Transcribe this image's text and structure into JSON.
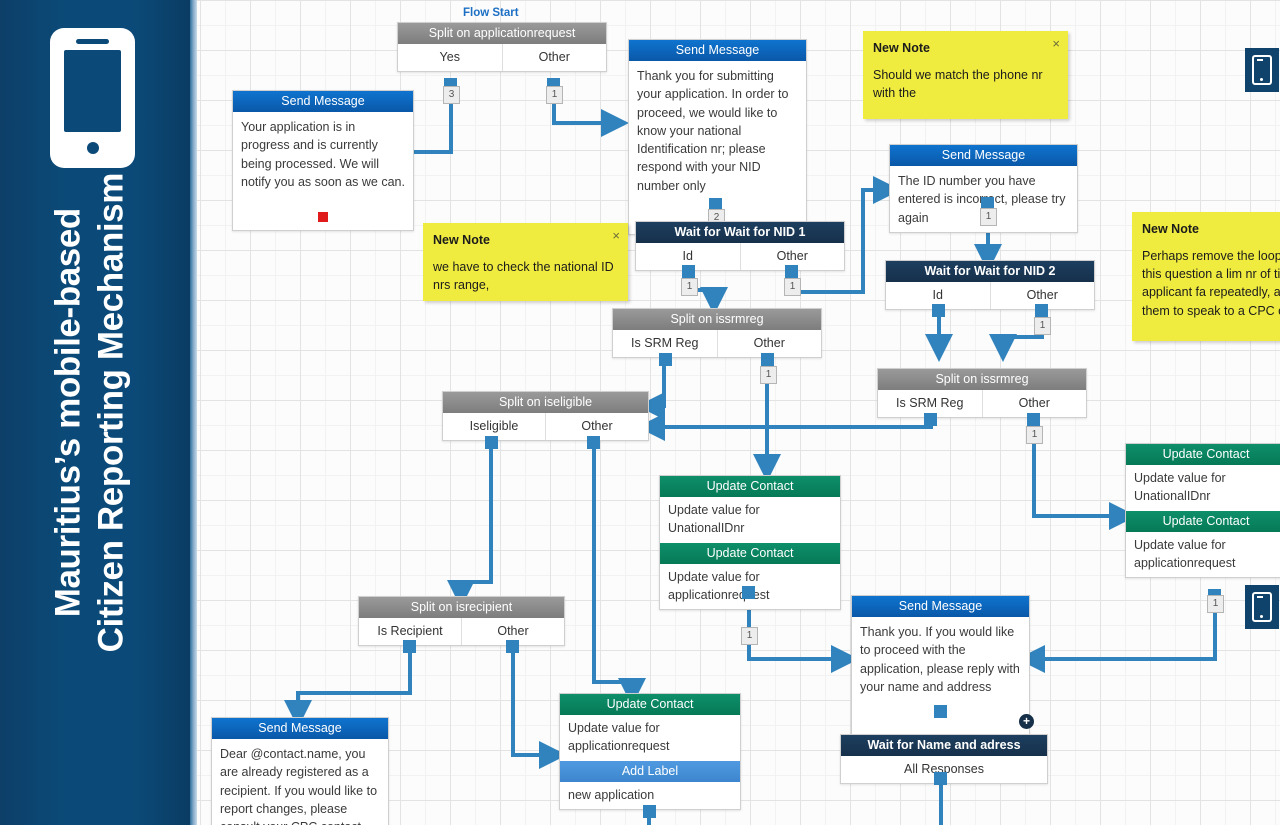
{
  "sidebar": {
    "title": "Mauritius’s mobile-based\nCitizen Reporting Mechanism",
    "logo_icon": "mobile-phone-icon"
  },
  "canvas": {
    "flow_start_label": "Flow Start"
  },
  "nodes": [
    {
      "id": "split-applicationrequest",
      "type": "split",
      "header": "Split on applicationrequest",
      "branches": [
        "Yes",
        "Other"
      ],
      "badges": [
        "3",
        "1"
      ]
    },
    {
      "id": "msg-in-progress",
      "type": "message",
      "header": "Send Message",
      "body": "Your application is in progress and is currently being processed. We will notify you as soon as we can."
    },
    {
      "id": "msg-thank-you-nid",
      "type": "message",
      "header": "Send Message",
      "body": "Thank you for submitting your application. In order to proceed, we would like to know your national Identification nr; please respond with your NID number only",
      "badge": "2"
    },
    {
      "id": "note-phone-match",
      "type": "note",
      "title": "New Note",
      "body": "Should we match the phone nr with the"
    },
    {
      "id": "msg-id-incorrect",
      "type": "message",
      "header": "Send Message",
      "body": "The ID number you have entered is incorrect, please try again",
      "badge": "1"
    },
    {
      "id": "note-national-id-range",
      "type": "note",
      "title": "New Note",
      "body": "we have to check the national ID nrs range,"
    },
    {
      "id": "wait-nid-1",
      "type": "wait",
      "header": "Wait for Wait for NID 1",
      "branches": [
        "Id",
        "Other"
      ],
      "badges": [
        "1",
        "1"
      ]
    },
    {
      "id": "wait-nid-2",
      "type": "wait",
      "header": "Wait for Wait for NID 2",
      "branches": [
        "Id",
        "Other"
      ],
      "badges": [
        "",
        "1"
      ]
    },
    {
      "id": "note-remove-loop",
      "type": "note",
      "title": "New Note",
      "body": "Perhaps remove the loop re-ask this question a lim nr of times. If applicant fa repeatedly, ask them to speak to a CPC or CAB."
    },
    {
      "id": "split-issrmreg-left",
      "type": "split",
      "header": "Split on issrmreg",
      "branches": [
        "Is SRM Reg",
        "Other"
      ],
      "badges": [
        "",
        "1"
      ]
    },
    {
      "id": "split-issrmreg-right",
      "type": "split",
      "header": "Split on issrmreg",
      "branches": [
        "Is SRM Reg",
        "Other"
      ],
      "badges": [
        "",
        "1"
      ]
    },
    {
      "id": "split-iseligible",
      "type": "split",
      "header": "Split on iseligible",
      "branches": [
        "Iseligible",
        "Other"
      ]
    },
    {
      "id": "update-center",
      "type": "update-stack",
      "header1": "Update Contact",
      "body1": "Update value for UnationalIDnr",
      "header2": "Update Contact",
      "body2": "Update value for applicationrequest",
      "badge": "1"
    },
    {
      "id": "update-right",
      "type": "update-stack",
      "header1": "Update Contact",
      "body1": "Update value for UnationalIDnr",
      "header2": "Update Contact",
      "body2": "Update value for applicationrequest",
      "badge": "1"
    },
    {
      "id": "split-isrecipient",
      "type": "split",
      "header": "Split on isrecipient",
      "branches": [
        "Is Recipient",
        "Other"
      ]
    },
    {
      "id": "msg-already-recipient",
      "type": "message",
      "header": "Send Message",
      "body": "Dear @contact.name, you are already registered as a recipient. If you would like to report changes, please consult your CPC contact"
    },
    {
      "id": "update-add-label",
      "type": "update-label",
      "header1": "Update Contact",
      "body1": "Update value for applicationrequest",
      "header2": "Add Label",
      "body2": "new application"
    },
    {
      "id": "msg-name-address",
      "type": "message",
      "header": "Send Message",
      "body": "Thank you. If you would like to proceed with the application, please reply with your name and address",
      "close": "×",
      "plus": "+"
    },
    {
      "id": "wait-name-address",
      "type": "wait",
      "header": "Wait for Name and adress",
      "branches": [
        "All Responses"
      ]
    }
  ],
  "colors": {
    "sidebar_blue": "#0b4a78",
    "message_header": "#0a58a8",
    "wait_header": "#16304a",
    "split_header": "#7d7d7d",
    "update_header": "#067a56",
    "label_header": "#3d86cf",
    "note_yellow": "#f0ec3f",
    "connector_blue": "#3183bd",
    "stop_red": "#e01b1b"
  },
  "phone_chips": [
    "mobile-phone-icon",
    "mobile-phone-icon"
  ]
}
